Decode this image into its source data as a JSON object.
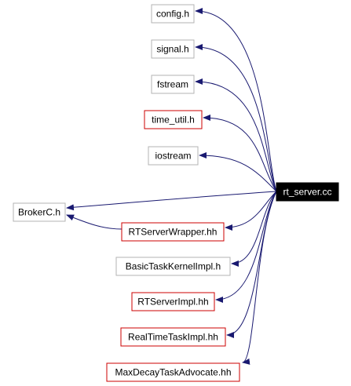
{
  "graph": {
    "root": {
      "label": "rt_server.cc"
    },
    "nodes": [
      {
        "id": "config",
        "label": "config.h",
        "border": "#b3b3b3"
      },
      {
        "id": "signal",
        "label": "signal.h",
        "border": "#b3b3b3"
      },
      {
        "id": "fstream",
        "label": "fstream",
        "border": "#b3b3b3"
      },
      {
        "id": "time_util",
        "label": "time_util.h",
        "border": "#cc0000"
      },
      {
        "id": "iostream",
        "label": "iostream",
        "border": "#b3b3b3"
      },
      {
        "id": "brokerc",
        "label": "BrokerC.h",
        "border": "#b3b3b3"
      },
      {
        "id": "rtserverwrapper",
        "label": "RTServerWrapper.hh",
        "border": "#cc0000"
      },
      {
        "id": "basictaskkernelimpl",
        "label": "BasicTaskKernelImpl.h",
        "border": "#b3b3b3"
      },
      {
        "id": "rtserverimpl",
        "label": "RTServerImpl.hh",
        "border": "#cc0000"
      },
      {
        "id": "realtimetaskimpl",
        "label": "RealTimeTaskImpl.hh",
        "border": "#cc0000"
      },
      {
        "id": "maxdecaytaskadvocate",
        "label": "MaxDecayTaskAdvocate.hh",
        "border": "#cc0000"
      }
    ],
    "edges": [
      {
        "from": "rt_server",
        "to": "config"
      },
      {
        "from": "rt_server",
        "to": "signal"
      },
      {
        "from": "rt_server",
        "to": "fstream"
      },
      {
        "from": "rt_server",
        "to": "time_util"
      },
      {
        "from": "rt_server",
        "to": "iostream"
      },
      {
        "from": "rt_server",
        "to": "brokerc"
      },
      {
        "from": "rt_server",
        "to": "rtserverwrapper"
      },
      {
        "from": "rtserverwrapper",
        "to": "brokerc"
      },
      {
        "from": "rt_server",
        "to": "basictaskkernelimpl"
      },
      {
        "from": "rt_server",
        "to": "rtserverimpl"
      },
      {
        "from": "rt_server",
        "to": "realtimetaskimpl"
      },
      {
        "from": "rt_server",
        "to": "maxdecaytaskadvocate"
      }
    ],
    "colors": {
      "edge": "#191970",
      "root_fill": "#000000",
      "root_text": "#ffffff",
      "node_fill": "#ffffff",
      "node_text": "#000000"
    }
  }
}
